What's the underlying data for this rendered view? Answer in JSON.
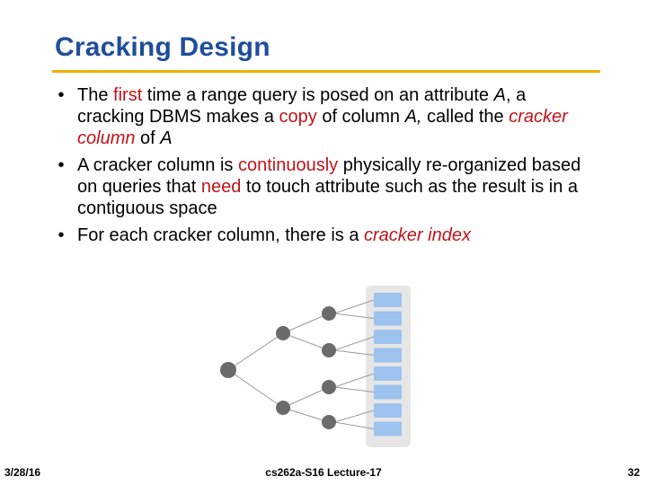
{
  "slide": {
    "title": "Cracking Design",
    "bullets": [
      {
        "segments": [
          {
            "text": "The ",
            "style": "normal"
          },
          {
            "text": "first",
            "style": "red"
          },
          {
            "text": " time a range query is posed on an attribute ",
            "style": "normal"
          },
          {
            "text": "A",
            "style": "italic"
          },
          {
            "text": ", a cracking DBMS makes a ",
            "style": "normal"
          },
          {
            "text": "copy",
            "style": "red"
          },
          {
            "text": " of column ",
            "style": "normal"
          },
          {
            "text": "A,",
            "style": "italic"
          },
          {
            "text": " called the ",
            "style": "normal"
          },
          {
            "text": "cracker column",
            "style": "red-italic"
          },
          {
            "text": " of ",
            "style": "normal"
          },
          {
            "text": "A",
            "style": "italic"
          }
        ]
      },
      {
        "segments": [
          {
            "text": "A cracker column is ",
            "style": "normal"
          },
          {
            "text": "continuously",
            "style": "red"
          },
          {
            "text": " physically re-organized based on queries that ",
            "style": "normal"
          },
          {
            "text": "need",
            "style": "red"
          },
          {
            "text": " to touch attribute such as the result is in a contiguous space",
            "style": "normal"
          }
        ]
      },
      {
        "segments": [
          {
            "text": "For each cracker column, there is a ",
            "style": "normal"
          },
          {
            "text": "cracker index",
            "style": "red-italic"
          }
        ]
      }
    ]
  },
  "footer": {
    "date": "3/28/16",
    "course": "cs262a-S16 Lecture-17",
    "page": "32"
  },
  "colors": {
    "title": "#1f4e9a",
    "rule": "#f2b100",
    "highlight": "#c0141a",
    "node": "#6b6b6b",
    "cell": "#9cc2ee",
    "column_bg": "#e6e6e6"
  }
}
